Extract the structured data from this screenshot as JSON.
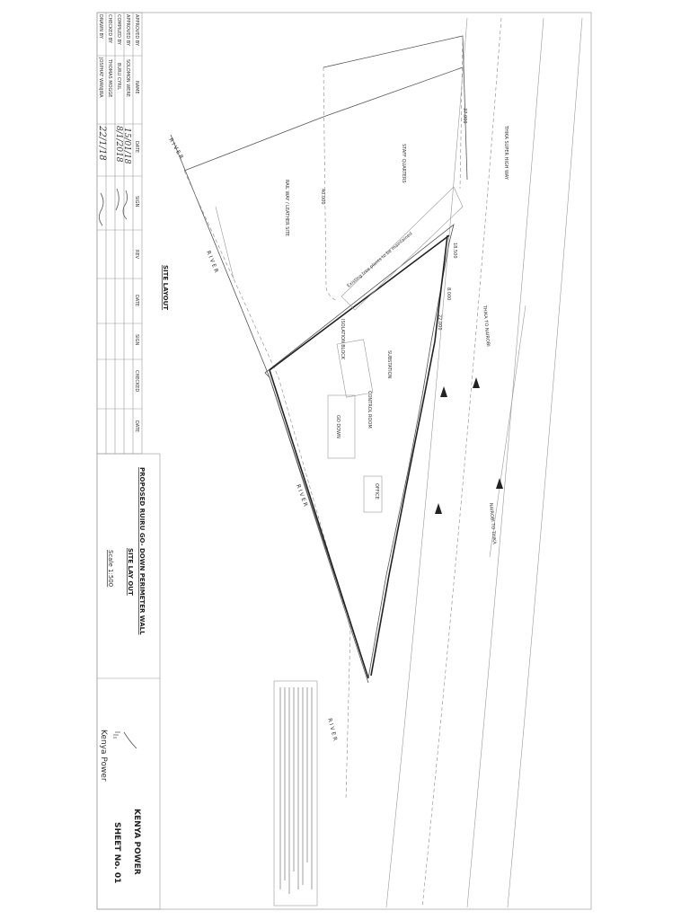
{
  "title_block": {
    "headers": [
      "NAME",
      "DATE",
      "SIGN",
      "REV",
      "DATE",
      "SIGN",
      "CHECKED",
      "DATE"
    ],
    "rows": [
      {
        "role": "APPROVED BY",
        "name": "",
        "date": ""
      },
      {
        "role": "APPROVED BY",
        "name": "SOLOMON WERE",
        "date": "15/01/18"
      },
      {
        "role": "COMPILED BY",
        "name": "BURU CYRIL",
        "date": "8/1/2018"
      },
      {
        "role": "CHECKED BY",
        "name": "THOMAS MOGGE",
        "date": ""
      },
      {
        "role": "DRAWN BY",
        "name": "JOSPHAT WANJIRA",
        "date": "22/1/18"
      }
    ],
    "project_title": "PROPOSED RUIRU GO- DOWN PERIMETER WALL",
    "drawing_title": "SITE LAY OUT",
    "scale": "Scale 1:500",
    "logo_text": "Kenya Power",
    "company": "KENYA POWER",
    "sheet": "SHEET No. 01"
  },
  "drawing": {
    "heading": "SITE LAYOUT",
    "labels": {
      "river": "R I V E R",
      "railway_site": "RAIL WAY / LEATHER SITE",
      "staff_quarters": "STAFF QUARTERS",
      "substation": "SUBSTATION",
      "control_room": "CONTROL ROOM",
      "isolation_block": "ISOLATION BLOCK",
      "office": "OFFICE",
      "go_down": "GO DOWN",
      "trees": "Existing tree plants to be maintained",
      "highway": "THIKA SUPER HIGH WAY",
      "road_north": "THIKA TO NAIROBI",
      "road_south": "NAIROBI TO THIKA",
      "dim_40": "40.000",
      "dim_37": "37.000",
      "dim_18": "18.500",
      "dim_8": "8.000",
      "dim_22": "22.000"
    }
  }
}
